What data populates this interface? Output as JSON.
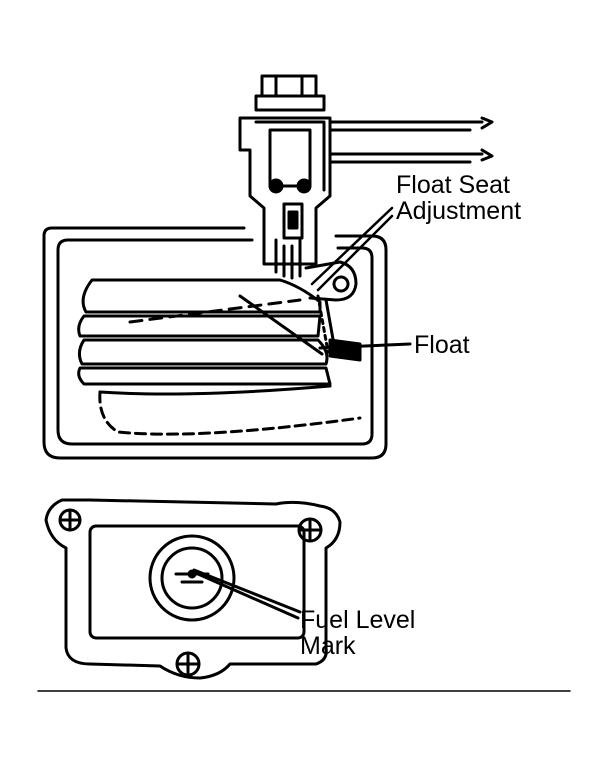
{
  "labels": {
    "float_seat_adjustment": [
      "Float Seat",
      "Adjustment"
    ],
    "float": "Float",
    "fuel_level_mark": [
      "Fuel Level",
      "Mark"
    ]
  },
  "colors": {
    "ink": "#000000",
    "paper": "#ffffff"
  }
}
